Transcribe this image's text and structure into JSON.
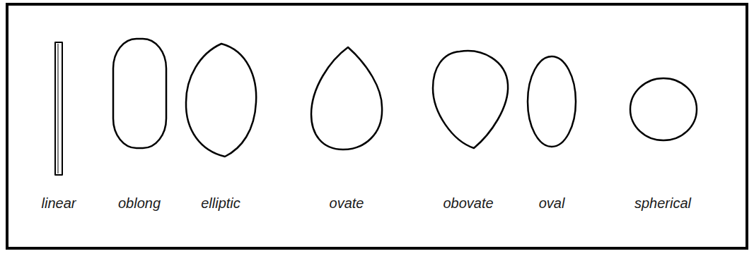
{
  "diagram": {
    "labels": [
      "linear",
      "oblong",
      "elliptic",
      "ovate",
      "obovate",
      "oval",
      "spherical"
    ]
  }
}
